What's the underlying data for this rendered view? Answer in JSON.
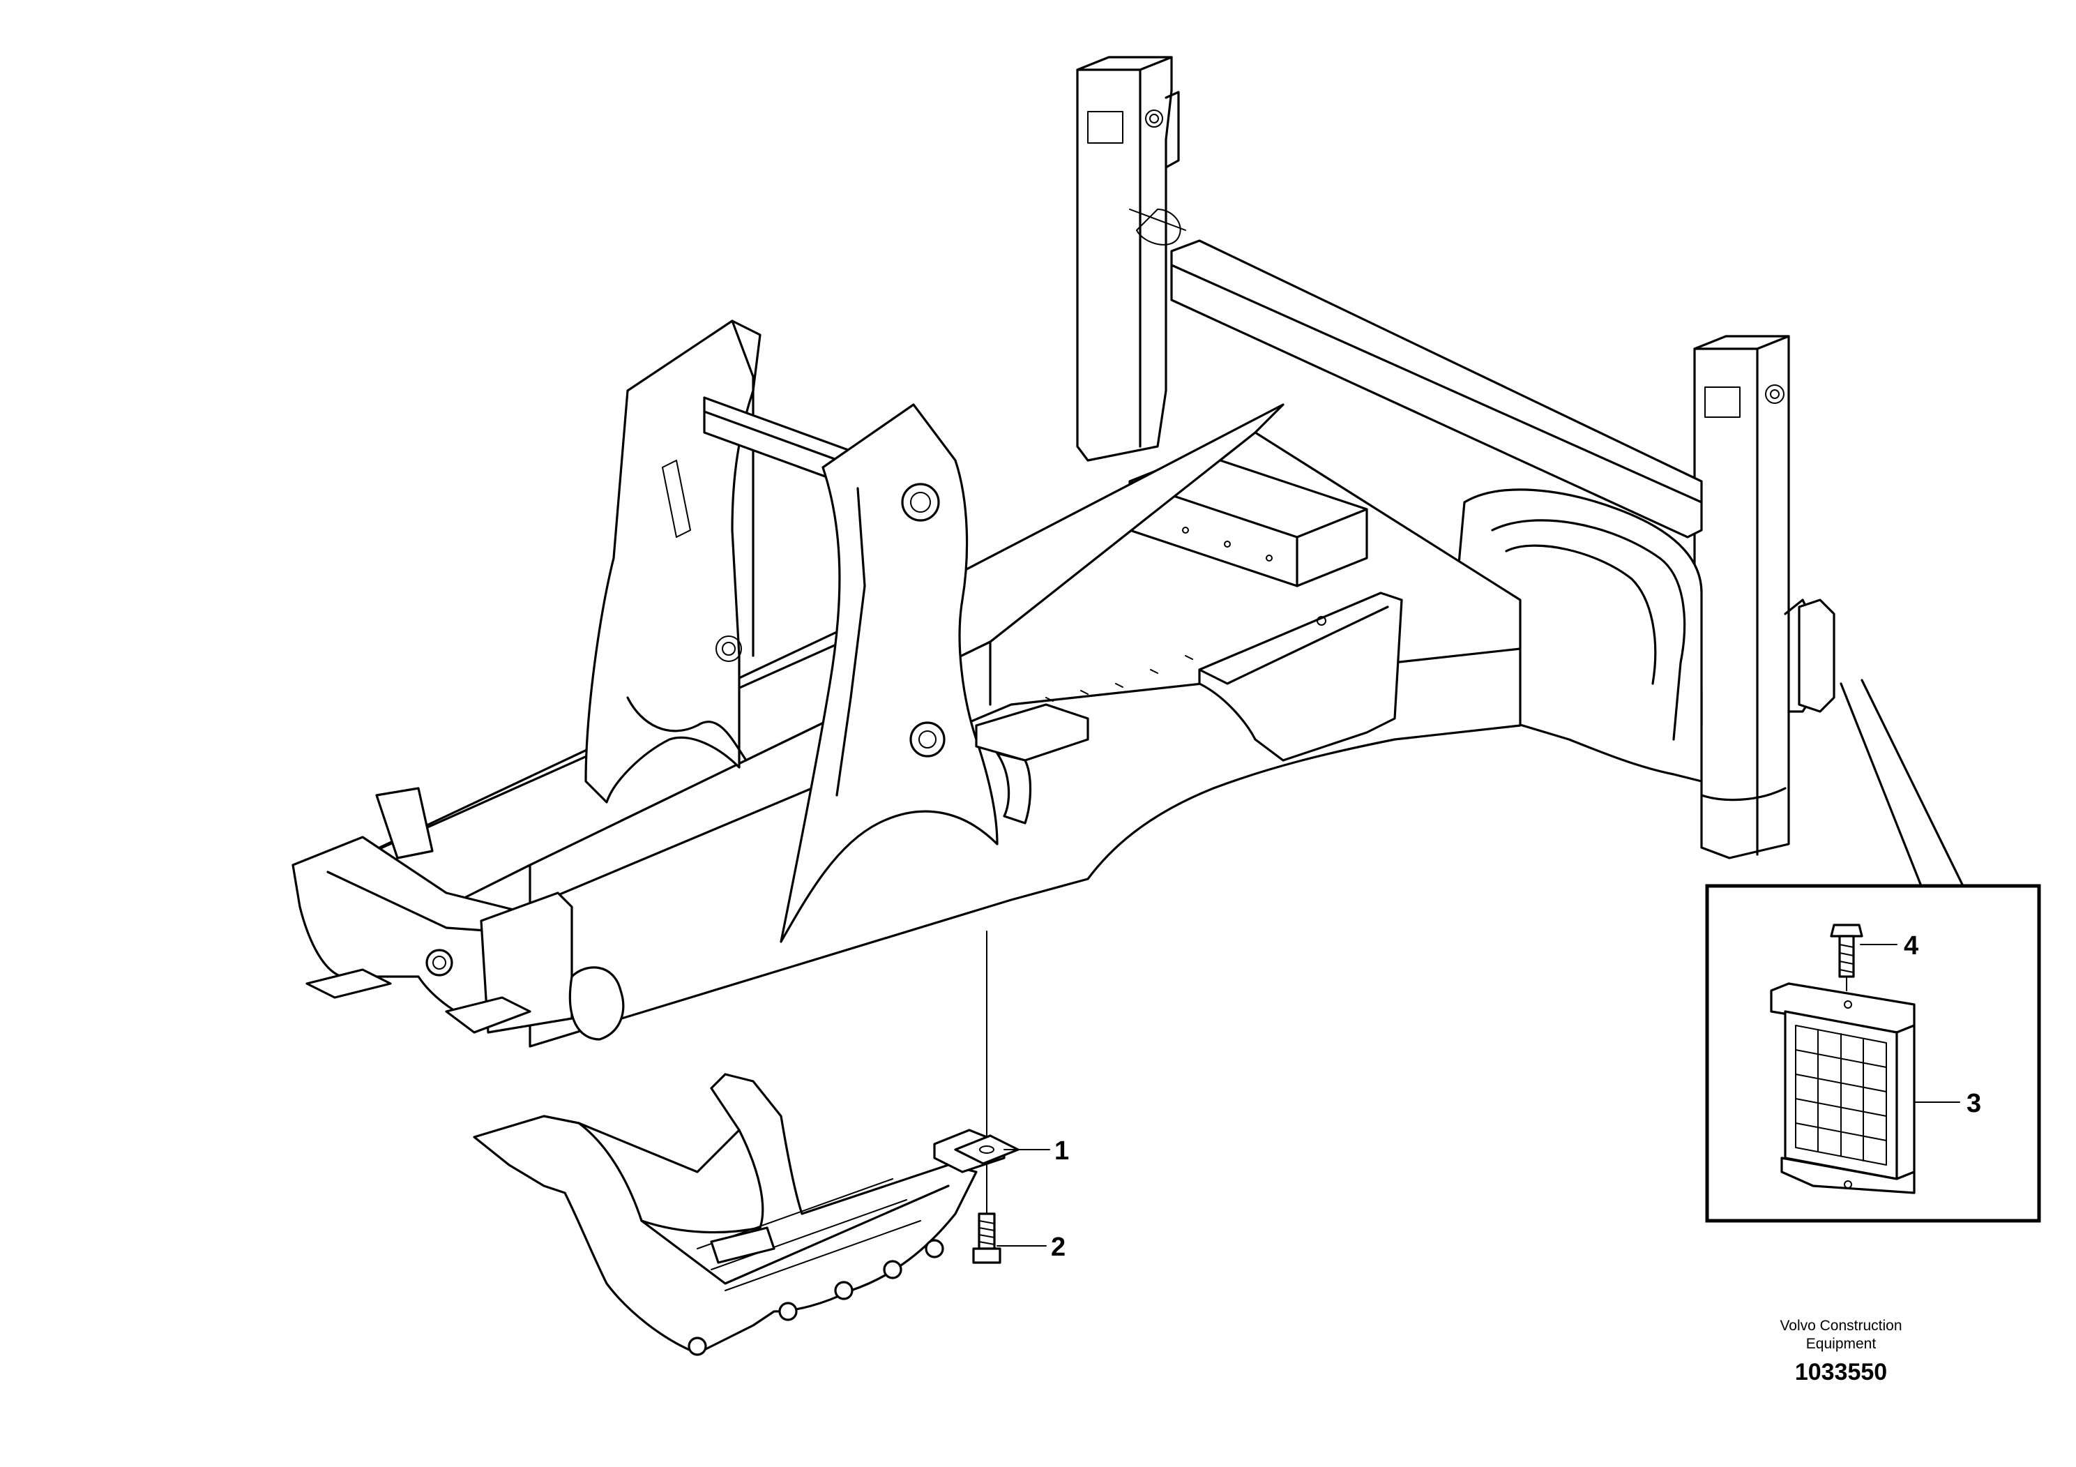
{
  "callouts": [
    "1",
    "2",
    "3",
    "4"
  ],
  "footer": {
    "company_line1": "Volvo Construction",
    "company_line2": "Equipment",
    "drawing_number": "1033550"
  }
}
